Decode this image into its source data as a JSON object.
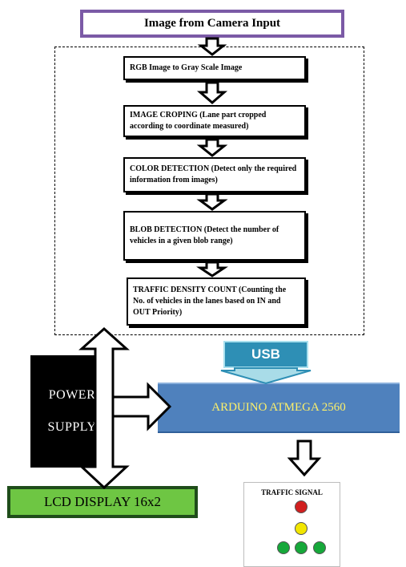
{
  "camera_box": {
    "label": "Image from Camera Input"
  },
  "steps": [
    {
      "label": "RGB Image to Gray Scale Image"
    },
    {
      "label": "IMAGE CROPING (Lane part cropped according to coordinate measured)"
    },
    {
      "label": "COLOR DETECTION (Detect only the required information from images)"
    },
    {
      "label": "BLOB DETECTION (Detect the number of vehicles in a given blob range)"
    },
    {
      "label": "TRAFFIC DENSITY COUNT (Counting the No. of vehicles in the lanes based on IN and OUT Priority)"
    }
  ],
  "usb": {
    "label": "USB"
  },
  "power_supply": {
    "line1": "POWER",
    "line2": "SUPPLY"
  },
  "arduino": {
    "label": "ARDUINO ATMEGA 2560"
  },
  "lcd": {
    "label": "LCD DISPLAY 16x2"
  },
  "traffic_signal": {
    "title": "TRAFFIC SIGNAL",
    "lamps": [
      "red",
      "yellow",
      "green",
      "green",
      "green"
    ]
  },
  "colors": {
    "frame_purple": "#7b5aa6",
    "usb_blue": "#2e8fb5",
    "arduino_blue": "#4f81bd",
    "arduino_text": "#fdf06a",
    "lcd_green": "#6ec643",
    "lamp_red": "#d11f1f",
    "lamp_yellow": "#f2e600",
    "lamp_green": "#16a83a"
  }
}
